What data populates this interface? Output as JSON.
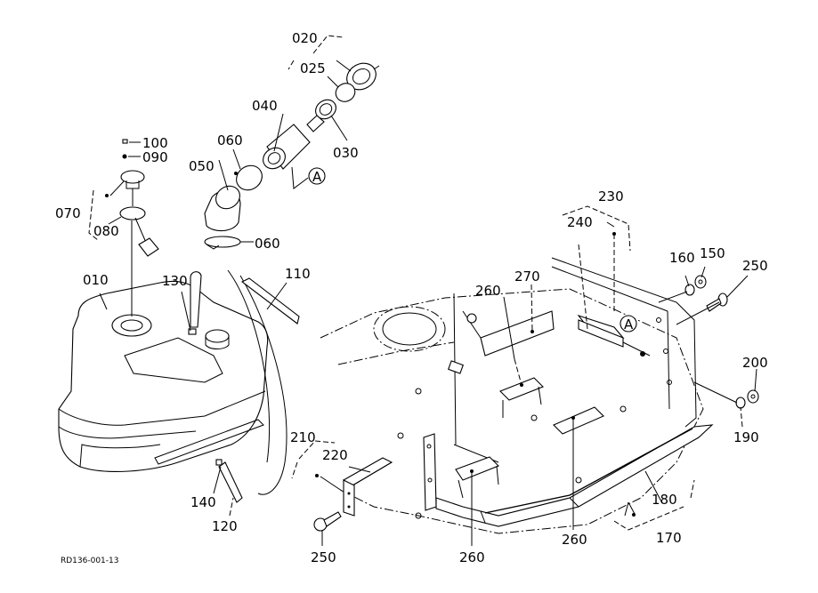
{
  "diagram": {
    "title": "Fuel tank and frame parts exploded view",
    "drawing_code": "RD136-001-13",
    "reference_marker": "A",
    "labels": [
      {
        "id": "020",
        "text": "020"
      },
      {
        "id": "025",
        "text": "025"
      },
      {
        "id": "030",
        "text": "030"
      },
      {
        "id": "040",
        "text": "040"
      },
      {
        "id": "050",
        "text": "050"
      },
      {
        "id": "060a",
        "text": "060"
      },
      {
        "id": "060b",
        "text": "060"
      },
      {
        "id": "070",
        "text": "070"
      },
      {
        "id": "080",
        "text": "080"
      },
      {
        "id": "090",
        "text": "090"
      },
      {
        "id": "100",
        "text": "100"
      },
      {
        "id": "010",
        "text": "010"
      },
      {
        "id": "110",
        "text": "110"
      },
      {
        "id": "120",
        "text": "120"
      },
      {
        "id": "130",
        "text": "130"
      },
      {
        "id": "140",
        "text": "140"
      },
      {
        "id": "150",
        "text": "150"
      },
      {
        "id": "160",
        "text": "160"
      },
      {
        "id": "170",
        "text": "170"
      },
      {
        "id": "180",
        "text": "180"
      },
      {
        "id": "190",
        "text": "190"
      },
      {
        "id": "200",
        "text": "200"
      },
      {
        "id": "210",
        "text": "210"
      },
      {
        "id": "220",
        "text": "220"
      },
      {
        "id": "230",
        "text": "230"
      },
      {
        "id": "240",
        "text": "240"
      },
      {
        "id": "250a",
        "text": "250"
      },
      {
        "id": "250b",
        "text": "250"
      },
      {
        "id": "260a",
        "text": "260"
      },
      {
        "id": "260b",
        "text": "260"
      },
      {
        "id": "260c",
        "text": "260"
      },
      {
        "id": "270",
        "text": "270"
      }
    ]
  }
}
